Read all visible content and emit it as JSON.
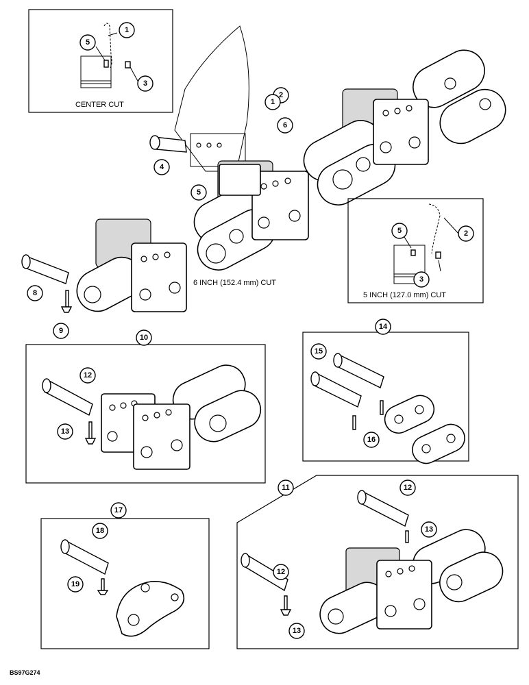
{
  "captions": {
    "center_cut": "CENTER CUT",
    "six_inch_cut": "6 INCH (152.4 mm) CUT",
    "five_inch_cut": "5 INCH (127.0 mm) CUT"
  },
  "figure_id": "BS97G274",
  "callouts": {
    "c1a": "1",
    "c1b": "1",
    "c2a": "2",
    "c2b": "2",
    "c3a": "3",
    "c3b": "3",
    "c4": "4",
    "c5a": "5",
    "c5b": "5",
    "c5c": "5",
    "c6": "6",
    "c8": "8",
    "c9": "9",
    "c10": "10",
    "c11": "11",
    "c12a": "12",
    "c12b": "12",
    "c12c": "12",
    "c13a": "13",
    "c13b": "13",
    "c13c": "13",
    "c14": "14",
    "c15": "15",
    "c16": "16",
    "c17": "17",
    "c18": "18",
    "c19": "19"
  }
}
